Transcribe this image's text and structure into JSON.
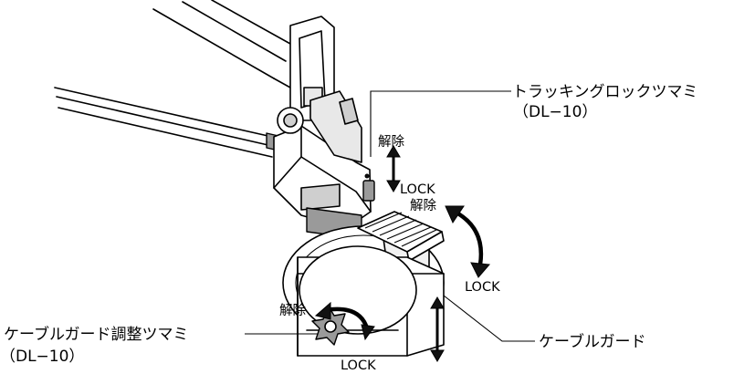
{
  "labels": {
    "tracking_lock_knob": "トラッキングロックツマミ",
    "tracking_lock_model": "（DL−10）",
    "cable_guard_knob": "ケーブルガード調整ツマミ",
    "cable_guard_knob_model": "（DL−10）",
    "cable_guard": "ケーブルガード"
  },
  "directions": {
    "release_1": "解除",
    "lock_1": "LOCK",
    "release_2": "解除",
    "lock_2": "LOCK",
    "release_3": "解除",
    "lock_3": "LOCK"
  }
}
